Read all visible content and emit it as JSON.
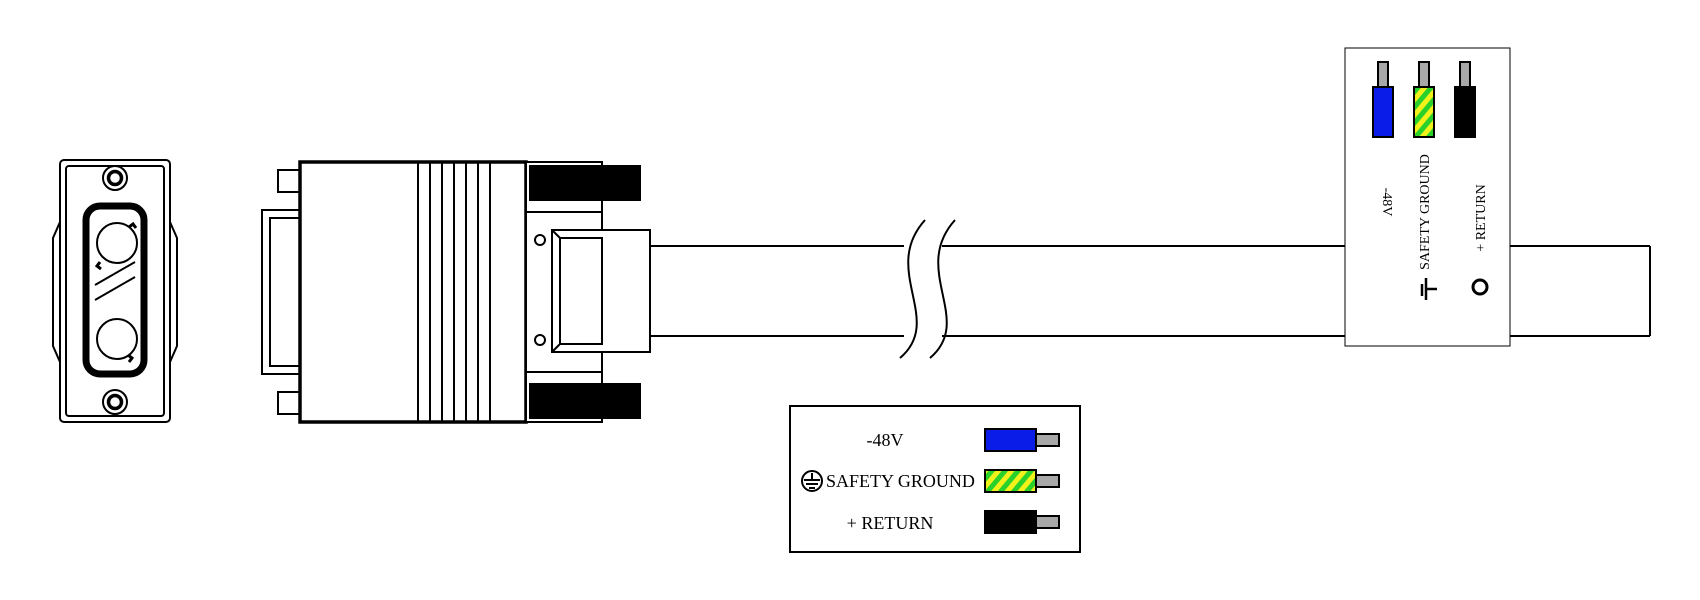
{
  "colors": {
    "minus_48v": "#0a1de8",
    "ground_green": "#2bd12b",
    "ground_yellow": "#f2f21a",
    "return": "#000000",
    "conductor": "#a8a8a8",
    "outline": "#000000"
  },
  "legend": {
    "items": [
      {
        "label": "-48V",
        "wire": "blue-wire"
      },
      {
        "label": "SAFETY GROUND",
        "wire": "green-yellow-wire",
        "icon": "ground-circle-icon"
      },
      {
        "label": "+ RETURN",
        "wire": "black-wire"
      }
    ]
  },
  "wire_panel": {
    "labels": [
      "-48V",
      "SAFETY GROUND",
      "+ RETURN"
    ],
    "icons": [
      "ground-symbol-icon",
      "ring-terminal-icon"
    ]
  }
}
